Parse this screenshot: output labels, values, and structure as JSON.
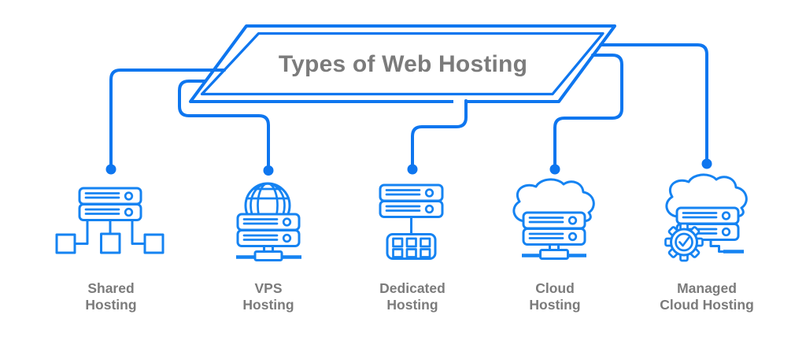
{
  "banner": {
    "title": "Types of Web Hosting"
  },
  "colors": {
    "line_blue": "#0E76EF",
    "icon_blue": "#1583F2",
    "text_gray": "#7B7B7B"
  },
  "hosting_types": [
    {
      "name": "Shared Hosting",
      "label_line1": "Shared",
      "label_line2": "Hosting",
      "icon": "shared-server-network-icon"
    },
    {
      "name": "VPS Hosting",
      "label_line1": "VPS",
      "label_line2": "Hosting",
      "icon": "vps-server-globe-icon"
    },
    {
      "name": "Dedicated Hosting",
      "label_line1": "Dedicated",
      "label_line2": "Hosting",
      "icon": "dedicated-server-rack-icon"
    },
    {
      "name": "Cloud Hosting",
      "label_line1": "Cloud",
      "label_line2": "Hosting",
      "icon": "cloud-server-icon"
    },
    {
      "name": "Managed Cloud Hosting",
      "label_line1": "Managed",
      "label_line2": "Cloud Hosting",
      "icon": "managed-cloud-server-gear-icon"
    }
  ]
}
